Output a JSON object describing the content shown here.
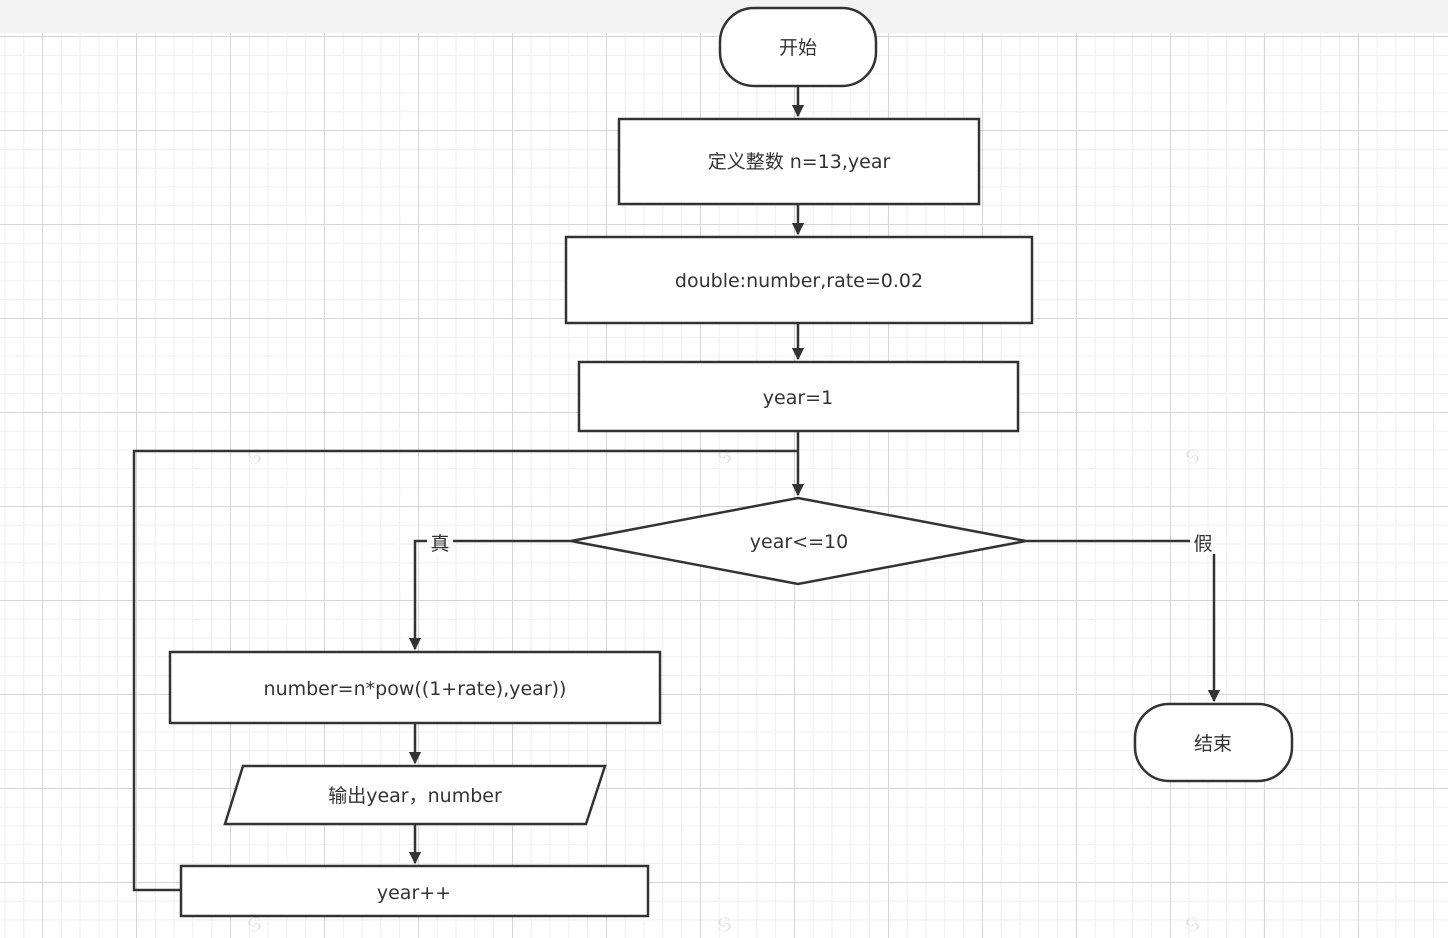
{
  "nodes": {
    "start": "开始",
    "define_int": "定义整数 n=13,year",
    "define_double": "double:number,rate=0.02",
    "init_year": "year=1",
    "condition": "year<=10",
    "compute": "number=n*pow((1+rate),year))",
    "output": "输出year，number",
    "increment": "year++",
    "end": "结束"
  },
  "edges": {
    "true_label": "真",
    "false_label": "假"
  },
  "colors": {
    "stroke": "#333333",
    "grid_major": "#d6d6d6",
    "grid_minor": "#efefef",
    "background": "#ffffff"
  },
  "watermark": "ශ"
}
